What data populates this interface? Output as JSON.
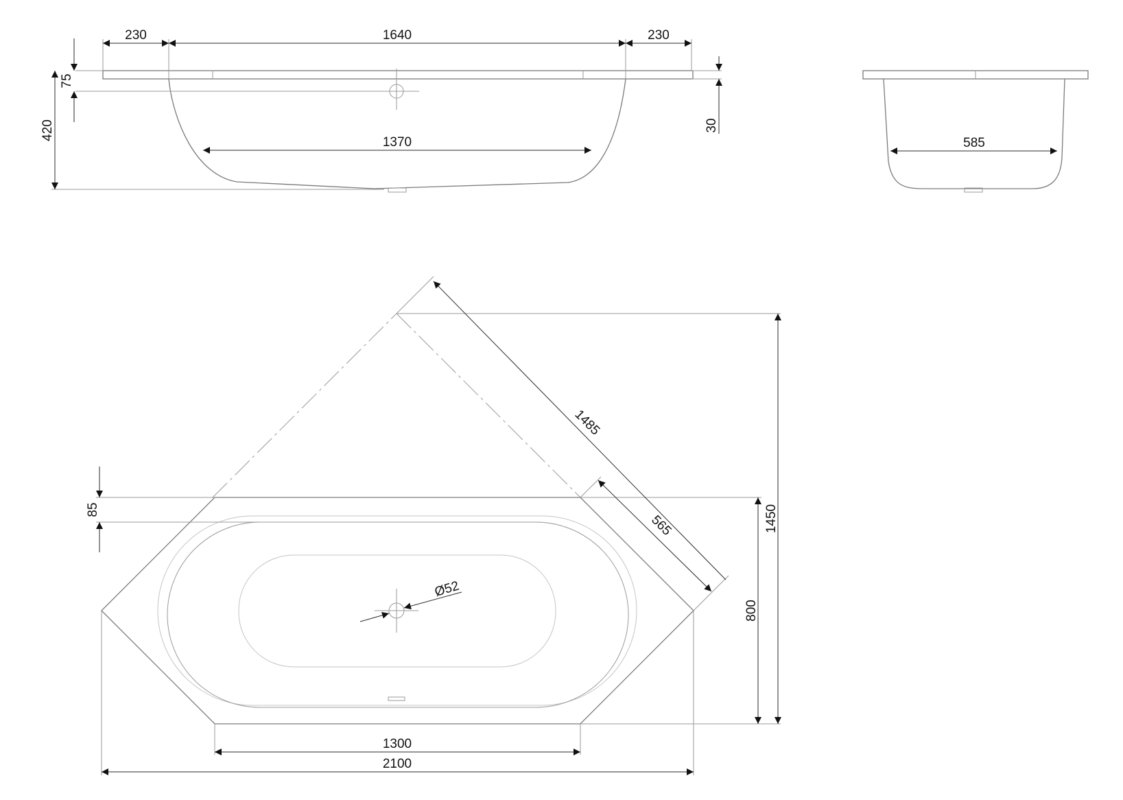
{
  "dimensions": {
    "top_left_overhang": "230",
    "top_length": "1640",
    "top_right_overhang": "230",
    "rim_height": "75",
    "total_height": "420",
    "right_rim": "30",
    "bottom_length": "1370",
    "end_width": "585",
    "plan_diagonal": "1485",
    "plan_side": "565",
    "plan_rim": "85",
    "plan_depth": "1450",
    "plan_width": "800",
    "plan_front": "1300",
    "plan_total": "2100",
    "drain": "Ø52"
  },
  "colors": {
    "outline": "#7a7a7a",
    "dimension": "#2a2a2a",
    "text": "#111111"
  }
}
